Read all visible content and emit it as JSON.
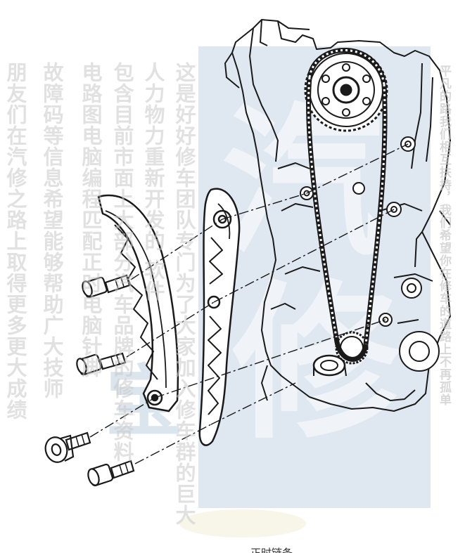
{
  "watermark": {
    "columns": [
      "这是好好修车团队专门为了大家加入修车群的巨大",
      "人力物力重新开发的 软件",
      "包含目前市面上大部分汽车品牌的修车资料",
      "电路图电脑编程匹配正时电脑针脚",
      "故障码等信息希望能够帮助广大技师",
      "朋友们在汽修之路上取得更多更大成绩"
    ],
    "right_column": "平凡的路我们相互扶持，我们希望你在修车的道路上不再孤单",
    "big_char": "汽修",
    "mid_char": "宝典"
  },
  "caption": "正时链条",
  "colors": {
    "line": "#1a1a1a",
    "watermark_blue": "#b9cddf",
    "watermark_text": "#c8c8c8"
  }
}
